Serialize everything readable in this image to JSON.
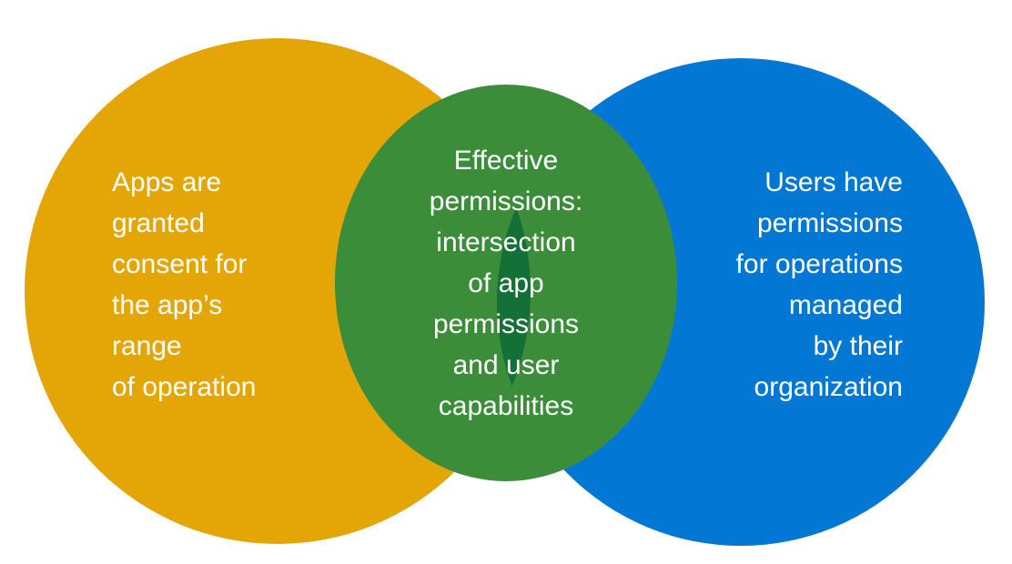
{
  "colors": {
    "background": "#ffffff",
    "apps_circle": "#E3A606",
    "users_circle": "#0277D3",
    "intersection": "#3C8D3A",
    "effective_lens": "#137036",
    "text": "#ffffff"
  },
  "apps": {
    "lines": [
      "Apps are",
      "granted",
      "consent for",
      "the app’s",
      "range",
      "of operation"
    ]
  },
  "effective": {
    "lines": [
      "Effective",
      "permissions:",
      "intersection",
      "of app",
      "permissions",
      "and user",
      "capabilities"
    ]
  },
  "users": {
    "lines": [
      "Users have",
      "permissions",
      "for operations",
      "managed",
      "by their",
      "organization"
    ]
  }
}
